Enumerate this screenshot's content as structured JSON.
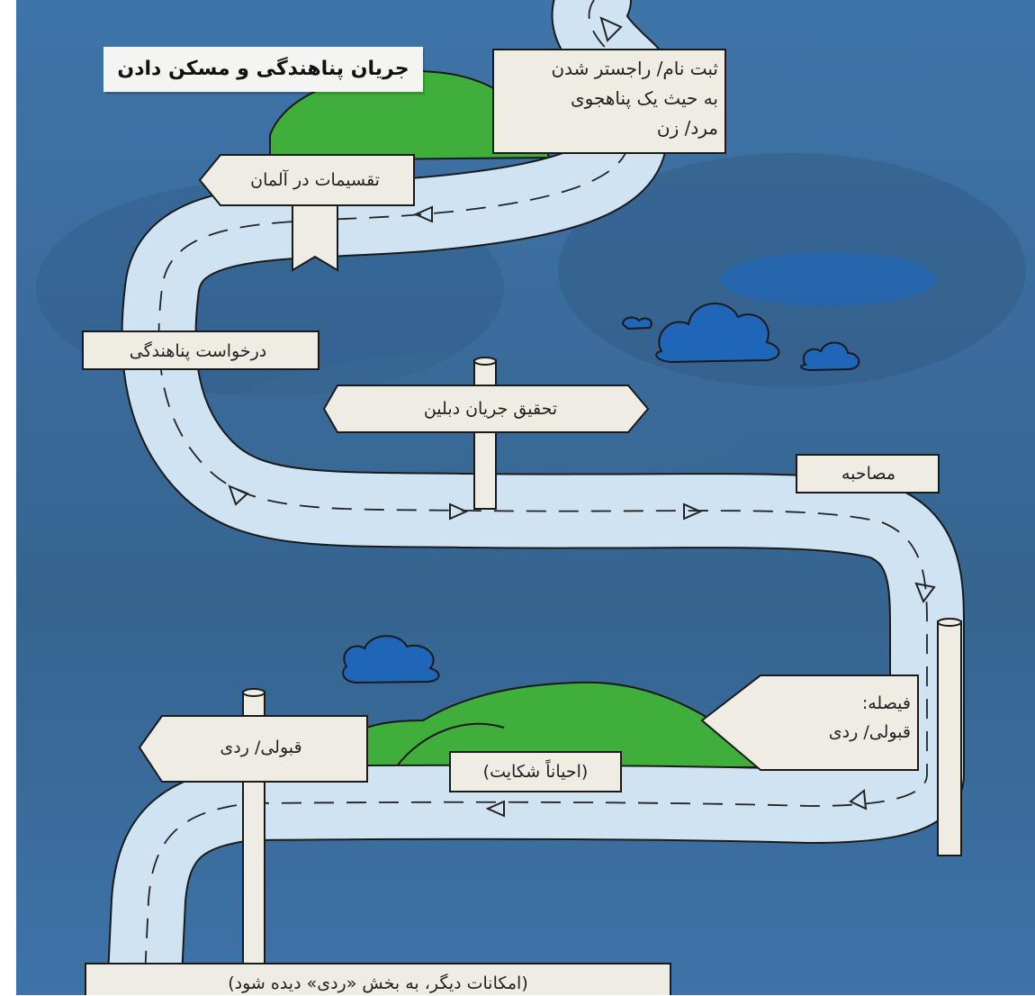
{
  "title": "جریان پناهندگی و مسکن دادن",
  "steps": {
    "registration_line1": "ثبت نام/ راجستر شدن",
    "registration_line2": "به حیث یک پناهجوی",
    "registration_line3": "مرد/ زن",
    "distribution": "تقسیمات در آلمان",
    "asylum_application": "درخواست پناهندگی",
    "dublin_check": "تحقیق جریان دبلین",
    "interview": "مصاحبه",
    "decision_line1": "فیصله:",
    "decision_line2": "قبولی/ ردی",
    "complaint": "(احیاناً شکایت)",
    "result": "قبولی/ ردی",
    "footnote": "(امکانات دیگر، به بخش «ردی» دیده شود)"
  },
  "colors": {
    "sky_dark": "#2f5f8c",
    "sky_light": "#4f86b8",
    "road": "#cfe3f3",
    "road_edge": "#1a1a1a",
    "grass": "#3fae3a",
    "cloud": "#1f66b8",
    "sign": "#efece4"
  }
}
